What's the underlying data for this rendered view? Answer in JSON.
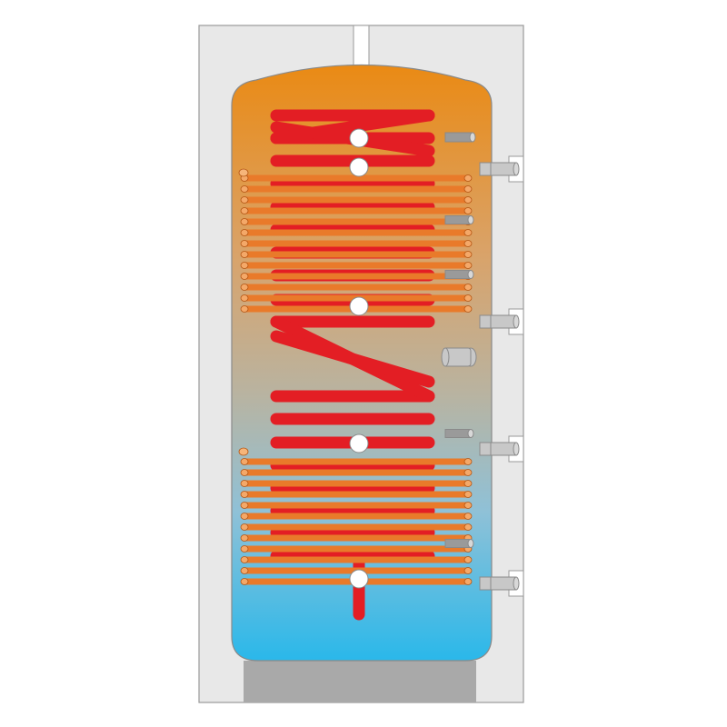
{
  "diagram": {
    "subject": "buffer-tank-with-two-coils",
    "colors": {
      "background": "#ffffff",
      "insulation": "#e8e8e8",
      "insulation_edge": "#9a9a9a",
      "base": "#a9a9a9",
      "tank_hot": "#ea8a14",
      "tank_mid": "#d9a36a",
      "tank_neutral": "#b9b3a0",
      "tank_cool": "#8fc1d7",
      "tank_cold": "#2ab8ea",
      "internal_tube": "#e31e24",
      "coil": "#e97a2a",
      "coil_edge": "#b45513",
      "port": "#c8c8c8",
      "port_edge": "#8a8a8a",
      "outline": "#8a8a8a"
    },
    "components": [
      "insulation-jacket",
      "tank-vessel",
      "upper-heat-exchanger-coil",
      "lower-heat-exchanger-coil",
      "internal-stratification-tube",
      "side-ports",
      "sensor-sleeves",
      "flange-port",
      "base-stand"
    ]
  }
}
